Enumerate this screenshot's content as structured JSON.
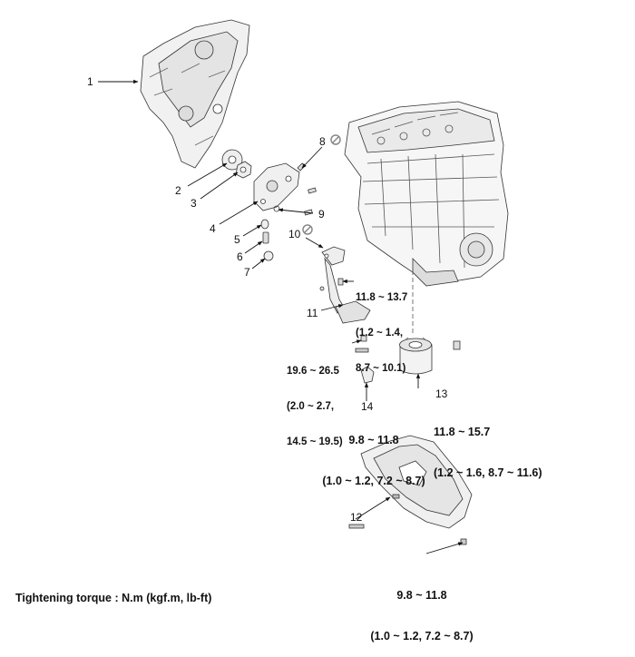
{
  "callouts": {
    "c1": "1",
    "c2": "2",
    "c3": "3",
    "c4": "4",
    "c5": "5",
    "c6": "6",
    "c7": "7",
    "c8": "8",
    "c9": "9",
    "c10": "10",
    "c11": "11",
    "c12": "12",
    "c13": "13",
    "c14": "14"
  },
  "torques": {
    "t_strainer": [
      "11.8 ~ 13.7",
      "(1.2 ~ 1.4,",
      "8.7 ~ 10.1)"
    ],
    "t_sensor_bolt": [
      "19.6 ~ 26.5",
      "(2.0 ~ 2.7,",
      "14.5 ~ 19.5)"
    ],
    "t_sensor": [
      "9.8 ~ 11.8",
      "(1.0 ~ 1.2, 7.2 ~ 8.7)"
    ],
    "t_filter": [
      "11.8 ~ 15.7",
      "(1.2 ~ 1.6, 8.7 ~ 11.6)"
    ],
    "t_pan": [
      "9.8 ~ 11.8",
      "(1.0 ~ 1.2, 7.2 ~ 8.7)"
    ]
  },
  "footer": "Tightening torque : N.m (kgf.m, lb-ft)",
  "icons": [
    "do-not-reuse-icon",
    "bolt-icon"
  ],
  "colors": {
    "line": "#222222",
    "part_fill": "#f2f2f2",
    "shade": "#c8c8c8"
  }
}
